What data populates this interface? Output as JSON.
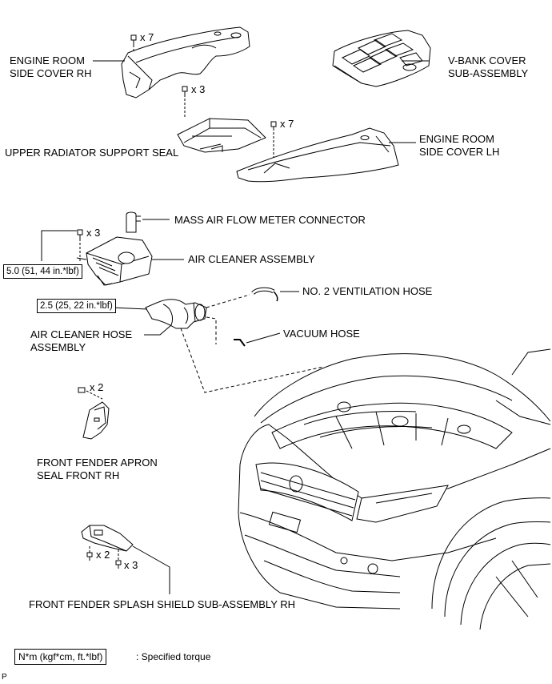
{
  "labels": {
    "engine_room_side_cover_rh": [
      "ENGINE ROOM",
      "SIDE COVER RH"
    ],
    "v_bank_cover": [
      "V-BANK COVER",
      "SUB-ASSEMBLY"
    ],
    "upper_radiator_support_seal": "UPPER RADIATOR SUPPORT SEAL",
    "engine_room_side_cover_lh": [
      "ENGINE ROOM",
      "SIDE COVER LH"
    ],
    "mass_air_flow_meter_connector": "MASS AIR FLOW METER CONNECTOR",
    "air_cleaner_assembly": "AIR CLEANER ASSEMBLY",
    "no2_ventilation_hose": "NO. 2 VENTILATION HOSE",
    "air_cleaner_hose_assembly": [
      "AIR CLEANER HOSE",
      "ASSEMBLY"
    ],
    "vacuum_hose": "VACUUM HOSE",
    "front_fender_apron_seal": [
      "FRONT FENDER APRON",
      "SEAL FRONT RH"
    ],
    "front_fender_splash_shield": "FRONT FENDER SPLASH SHIELD SUB-ASSEMBLY RH"
  },
  "quantities": {
    "side_cover_rh_bolts": "x 7",
    "radiator_seal_clips": "x 3",
    "side_cover_lh_bolts": "x 7",
    "air_cleaner_bolts": "x 3",
    "apron_seal_clips": "x 2",
    "splash_shield_bolts": "x 2",
    "splash_shield_clips": "x 3"
  },
  "torques": {
    "air_cleaner": "5.0 (51, 44 in.*lbf)",
    "hose_clamp": "2.5 (25, 22 in.*lbf)"
  },
  "legend": {
    "box_text": "N*m (kgf*cm, ft.*lbf)",
    "text": ": Specified torque"
  },
  "corner_mark": "P"
}
